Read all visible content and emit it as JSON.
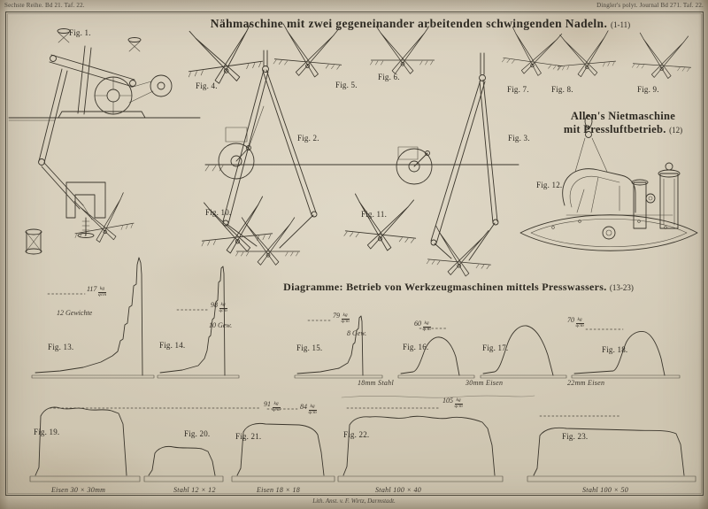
{
  "plate": {
    "header_left": "Sechste Reihe. Bd 21. Taf. 22.",
    "header_right": "Dingler's polyt. Journal Bd 271. Taf. 22.",
    "title": "Nähmaschine mit zwei gegeneinander arbeitenden schwingenden Nadeln.",
    "title_ref": "(1-11)",
    "allen_line1": "Allen's Nietmaschine",
    "allen_line2": "mit Pressluftbetrieb.",
    "allen_ref": "(12)",
    "diagram_title": "Diagramme: Betrieb von Werkzeugmaschinen mittels Presswassers.",
    "diagram_ref": "(13-23)",
    "footer": "Lith. Anst. v. F. Wirtz, Darmstadt.",
    "unit_top": "kg",
    "unit_bot": "qcm"
  },
  "figures": {
    "f1": "Fig. 1.",
    "f2": "Fig. 2.",
    "f3": "Fig. 3.",
    "f4": "Fig. 4.",
    "f5": "Fig. 5.",
    "f6": "Fig. 6.",
    "f7": "Fig. 7.",
    "f8": "Fig. 8.",
    "f9": "Fig. 9.",
    "f10": "Fig. 10.",
    "f11": "Fig. 11.",
    "f12": "Fig. 12."
  },
  "diagrams": {
    "f13": {
      "label": "Fig. 13.",
      "peak_value": "117",
      "note": "12 Gewichte"
    },
    "f14": {
      "label": "Fig. 14.",
      "peak_value": "98",
      "note": "10 Gew."
    },
    "f15": {
      "label": "Fig. 15.",
      "peak_value": "79",
      "note": "8 Gew."
    },
    "f16": {
      "label": "Fig. 16.",
      "peak_value": "60",
      "caption": "18mm Stahl"
    },
    "f17": {
      "label": "Fig. 17.",
      "caption": "30mm Eisen"
    },
    "f18": {
      "label": "Fig. 18.",
      "peak_value": "70",
      "caption": "22mm Eisen"
    },
    "f19": {
      "label": "Fig. 19.",
      "peak_value": "91",
      "caption": "Eisen 30 × 30mm"
    },
    "f20": {
      "label": "Fig. 20.",
      "caption": "Stahl 12 × 12"
    },
    "f21": {
      "label": "Fig. 21.",
      "peak_value": "84",
      "caption": "Eisen 18 × 18"
    },
    "f22": {
      "label": "Fig. 22.",
      "peak_value": "105",
      "caption": "Stahl 100 × 40"
    },
    "f23": {
      "label": "Fig. 23.",
      "caption": "Stahl 100 × 50"
    }
  }
}
